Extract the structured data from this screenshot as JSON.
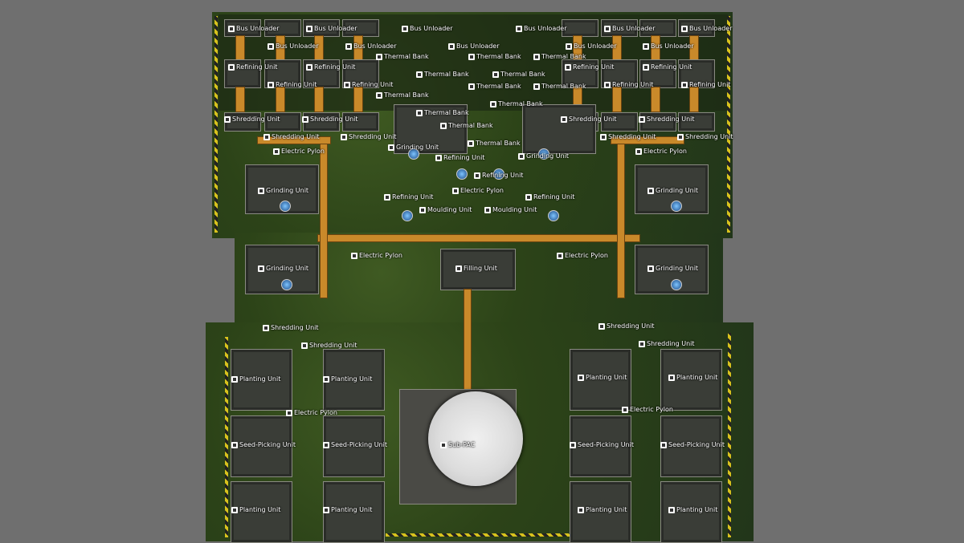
{
  "map": {
    "facilities": [
      "Bus Unloader",
      "Bus Unloader",
      "Bus Unloader",
      "Bus Unloader",
      "Bus Unloader",
      "Bus Unloader",
      "Bus Unloader",
      "Bus Unloader",
      "Bus Unloader",
      "Bus Unloader",
      "Bus Unloader",
      "Thermal Bank",
      "Thermal Bank",
      "Thermal Bank",
      "Thermal Bank",
      "Thermal Bank",
      "Refining Unit",
      "Refining Unit",
      "Refining Unit",
      "Refining Unit",
      "Refining Unit",
      "Refining Unit",
      "Refining Unit",
      "Refining Unit",
      "Thermal Bank",
      "Thermal Bank",
      "Thermal Bank",
      "Thermal Bank",
      "Thermal Bank",
      "Shredding Unit",
      "Shredding Unit",
      "Shredding Unit",
      "Shredding Unit",
      "Shredding Unit",
      "Shredding Unit",
      "Shredding Unit",
      "Shredding Unit",
      "Thermal Bank",
      "Thermal Bank",
      "Grinding Unit",
      "Grinding Unit",
      "Electric Pylon",
      "Electric Pylon",
      "Refining Unit",
      "Refining Unit",
      "Grinding Unit",
      "Grinding Unit",
      "Refining Unit",
      "Refining Unit",
      "Electric Pylon",
      "Moulding Unit",
      "Moulding Unit",
      "Electric Pylon",
      "Electric Pylon",
      "Filling Unit",
      "Grinding Unit",
      "Grinding Unit",
      "Shredding Unit",
      "Shredding Unit",
      "Shredding Unit",
      "Shredding Unit",
      "Planting Unit",
      "Planting Unit",
      "Planting Unit",
      "Planting Unit",
      "Electric Pylon",
      "Electric Pylon",
      "Sub-PAC",
      "Seed-Picking Unit",
      "Seed-Picking Unit",
      "Seed-Picking Unit",
      "Seed-Picking Unit",
      "Planting Unit",
      "Planting Unit",
      "Planting Unit",
      "Planting Unit"
    ],
    "colors": {
      "grass": "#2c4318",
      "belt": "#c9892a",
      "hazard": "#d8c21d",
      "background": "#6f6f6f"
    }
  }
}
